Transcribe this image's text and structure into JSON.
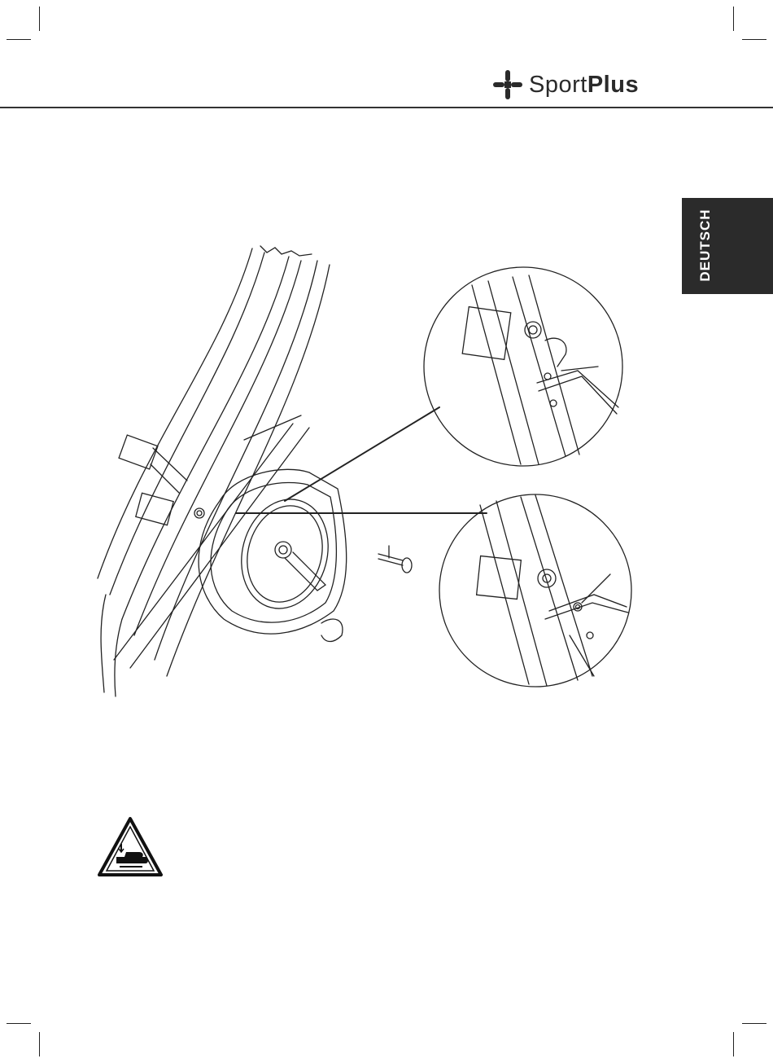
{
  "header": {
    "brand_sport": "Sport",
    "brand_plus": "Plus"
  },
  "language_tab": {
    "label": "DEUTSCH"
  },
  "icons": {
    "brand": "sportplus-cross-logo-icon",
    "warning": "hand-crush-warning-icon"
  },
  "colors": {
    "tab_background": "#2b2b2b",
    "line": "#222222"
  }
}
